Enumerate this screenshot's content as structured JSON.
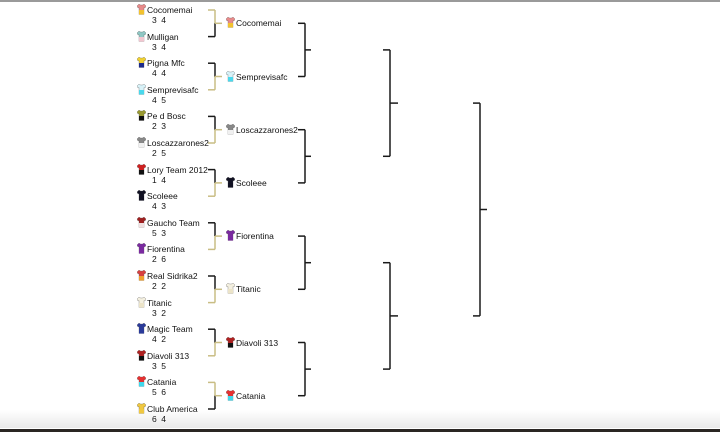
{
  "colors": {
    "winner_line": "#c9bd84",
    "loser_line": "#1a1a1a"
  },
  "round1": [
    {
      "name": "Cocomemai",
      "scores": [
        "3",
        "4"
      ],
      "jersey": [
        "#e88a8a",
        "#f2c230"
      ]
    },
    {
      "name": "Mulligan",
      "scores": [
        "3",
        "4"
      ],
      "jersey": [
        "#8fc7c4",
        "#f2c6d0"
      ]
    },
    {
      "name": "Pigna Mfc",
      "scores": [
        "4",
        "4"
      ],
      "jersey": [
        "#f0d030",
        "#1c2a8a"
      ]
    },
    {
      "name": "Semprevisafc",
      "scores": [
        "4",
        "5"
      ],
      "jersey": [
        "#d8f2f8",
        "#4ad8ec"
      ]
    },
    {
      "name": "Pe d Bosc",
      "scores": [
        "2",
        "3"
      ],
      "jersey": [
        "#9a9a30",
        "#111111"
      ]
    },
    {
      "name": "Loscazzarones2",
      "scores": [
        "2",
        "5"
      ],
      "jersey": [
        "#888888",
        "#f0f0f0"
      ]
    },
    {
      "name": "Lory Team 2012",
      "scores": [
        "1",
        "4"
      ],
      "jersey": [
        "#d02020",
        "#111111"
      ]
    },
    {
      "name": "Scoleee",
      "scores": [
        "4",
        "3"
      ],
      "jersey": [
        "#111122",
        "#111122"
      ]
    },
    {
      "name": "Gaucho Team",
      "scores": [
        "5",
        "3"
      ],
      "jersey": [
        "#a02020",
        "#f0e0e0"
      ]
    },
    {
      "name": "Fiorentina",
      "scores": [
        "2",
        "6"
      ],
      "jersey": [
        "#7a2aa0",
        "#7a2aa0"
      ]
    },
    {
      "name": "Real Sidrika2",
      "scores": [
        "2",
        "2"
      ],
      "jersey": [
        "#d84040",
        "#f0a030"
      ]
    },
    {
      "name": "Titanic",
      "scores": [
        "3",
        "2"
      ],
      "jersey": [
        "#f4f0e0",
        "#ece4c8"
      ]
    },
    {
      "name": "Magic Team",
      "scores": [
        "4",
        "2"
      ],
      "jersey": [
        "#2a3a9a",
        "#2a3a9a"
      ]
    },
    {
      "name": "Diavoli 313",
      "scores": [
        "3",
        "5"
      ],
      "jersey": [
        "#b02020",
        "#111111"
      ]
    },
    {
      "name": "Catania",
      "scores": [
        "5",
        "6"
      ],
      "jersey": [
        "#e83030",
        "#40d8ec"
      ]
    },
    {
      "name": "Club America",
      "scores": [
        "6",
        "4"
      ],
      "jersey": [
        "#f0c840",
        "#f0c840"
      ]
    }
  ],
  "round2": [
    {
      "name": "Cocomemai",
      "from": 0
    },
    {
      "name": "Semprevisafc",
      "from": 3
    },
    {
      "name": "Loscazzarones2",
      "from": 5
    },
    {
      "name": "Scoleee",
      "from": 7
    },
    {
      "name": "Fiorentina",
      "from": 9
    },
    {
      "name": "Titanic",
      "from": 11
    },
    {
      "name": "Diavoli 313",
      "from": 13
    },
    {
      "name": "Catania",
      "from": 14
    }
  ]
}
